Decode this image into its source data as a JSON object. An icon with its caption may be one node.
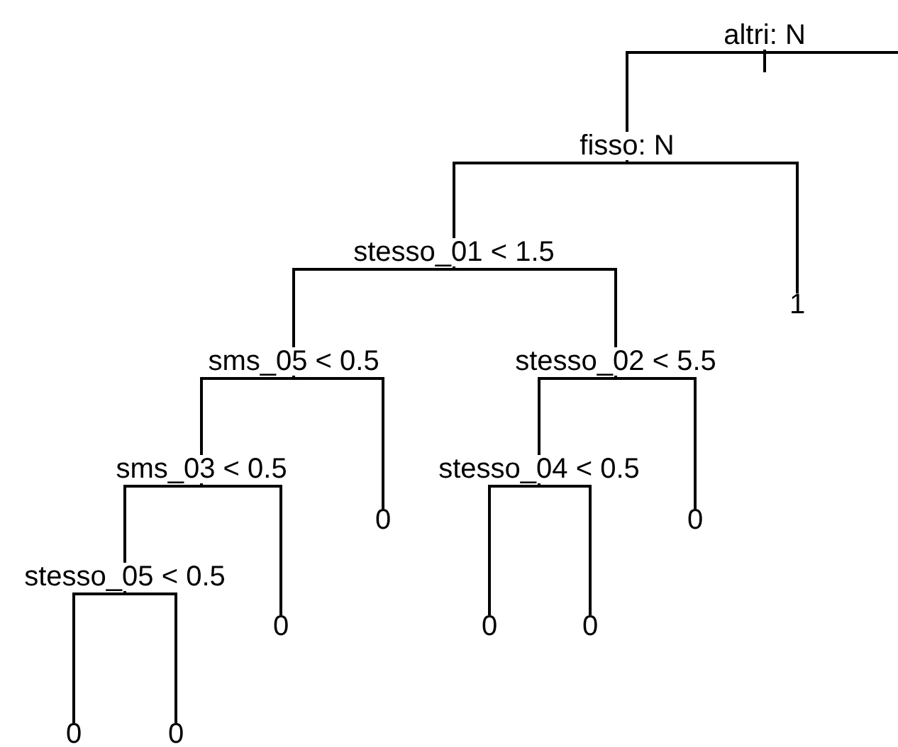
{
  "diagram": {
    "nodes": [
      {
        "text": [
          "altri: N"
        ]
      },
      {
        "text": [
          "fisso: N"
        ]
      },
      {
        "text": [
          "stesso_01 < 1.5"
        ]
      },
      {
        "text": [
          "1"
        ]
      },
      {
        "text": [
          "sms_05 < 0.5"
        ]
      },
      {
        "text": [
          "stesso_02 < 5.5"
        ]
      },
      {
        "text": [
          "sms_03 < 0.5"
        ]
      },
      {
        "text": [
          "0"
        ]
      },
      {
        "text": [
          "stesso_04 < 0.5"
        ]
      },
      {
        "text": [
          "0"
        ]
      },
      {
        "text": [
          "stesso_05 < 0.5"
        ]
      },
      {
        "text": [
          "0"
        ]
      },
      {
        "text": [
          "0"
        ]
      },
      {
        "text": [
          "0"
        ]
      },
      {
        "text": [
          "0"
        ]
      },
      {
        "text": [
          "0"
        ]
      }
    ],
    "edges": [
      {
        "from": 0,
        "to": 1,
        "arrow": "none"
      },
      {
        "from": 0,
        "to": null,
        "arrow": "none"
      },
      {
        "from": 1,
        "to": 2,
        "arrow": "none"
      },
      {
        "from": 1,
        "to": 3,
        "arrow": "none"
      },
      {
        "from": 2,
        "to": 4,
        "arrow": "none"
      },
      {
        "from": 2,
        "to": 5,
        "arrow": "none"
      },
      {
        "from": 4,
        "to": 6,
        "arrow": "none"
      },
      {
        "from": 4,
        "to": 7,
        "arrow": "none"
      },
      {
        "from": 5,
        "to": 8,
        "arrow": "none"
      },
      {
        "from": 5,
        "to": 9,
        "arrow": "none"
      },
      {
        "from": 6,
        "to": 10,
        "arrow": "none"
      },
      {
        "from": 6,
        "to": 11,
        "arrow": "none"
      },
      {
        "from": 8,
        "to": 12,
        "arrow": "none"
      },
      {
        "from": 8,
        "to": 13,
        "arrow": "none"
      },
      {
        "from": 10,
        "to": 14,
        "arrow": "none"
      },
      {
        "from": 10,
        "to": 15,
        "arrow": "none"
      }
    ]
  }
}
